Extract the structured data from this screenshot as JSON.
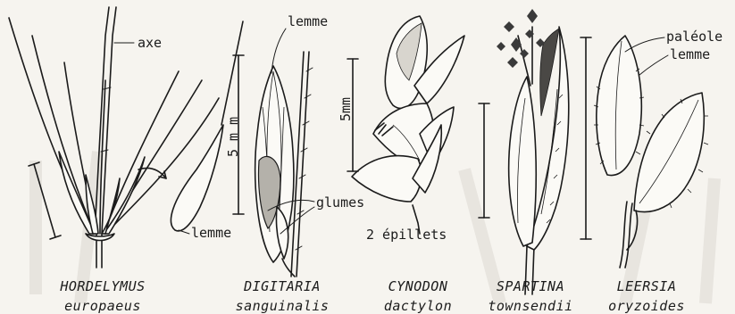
{
  "labels": {
    "axe": "axe",
    "lemme_hordelymus": "lemme",
    "lemme_top": "lemme",
    "scale_5mm_a": "5 m m",
    "glumes": "glumes",
    "scale_5mm_b": "5mm",
    "epillets": "2 épillets",
    "paleole": "paléole",
    "lemme_leersia": "lemme"
  },
  "species": [
    {
      "genus": "HORDELYMUS",
      "epithet": "europaeus"
    },
    {
      "genus": "DIGITARIA",
      "epithet": "sanguinalis"
    },
    {
      "genus": "CYNODON",
      "epithet": "dactylon"
    },
    {
      "genus": "SPARTINA",
      "epithet": "townsendii"
    },
    {
      "genus": "LEERSIA",
      "epithet": "oryzoides"
    }
  ]
}
